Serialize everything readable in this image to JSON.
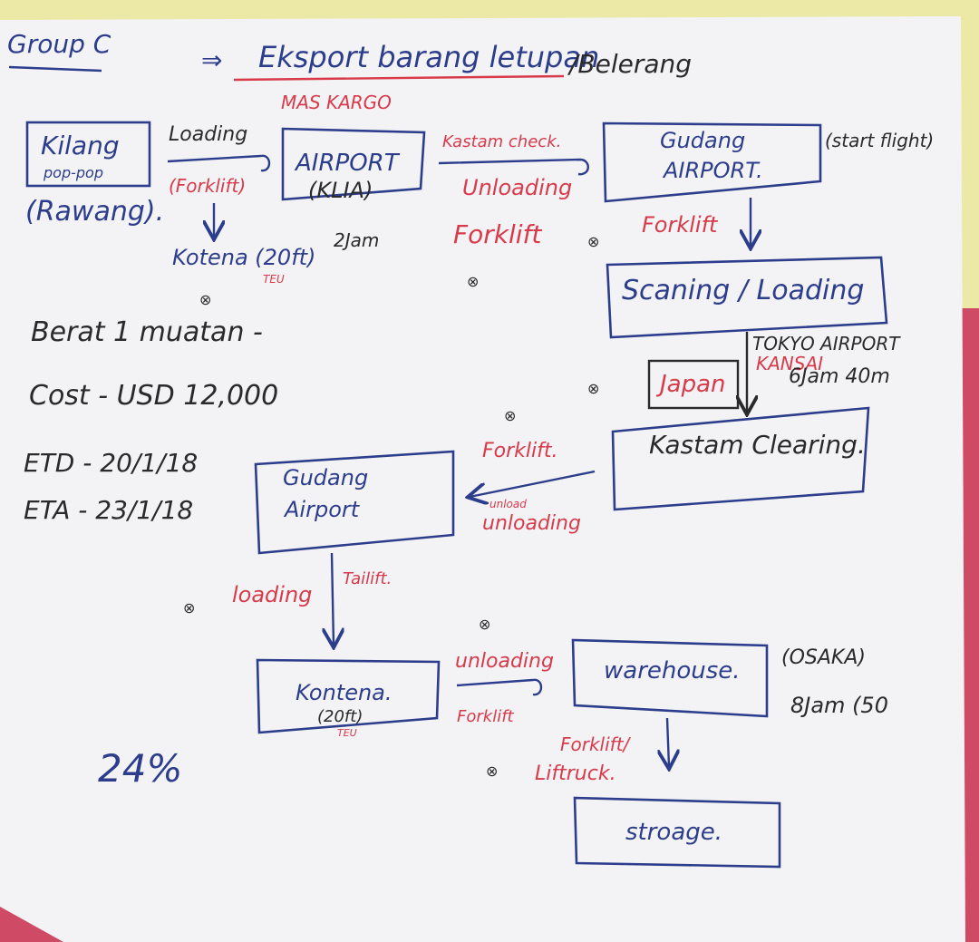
{
  "header": {
    "group": "Group C",
    "arrow": "⇒",
    "title": "Eksport barang letupan",
    "title_suffix": "/Belerang",
    "company": "MAS KARGO"
  },
  "nodes": {
    "kilang": {
      "line1": "Kilang",
      "line2": "pop-pop",
      "line3": "(Rawang)."
    },
    "airport_klia": {
      "line1": "AIRPORT",
      "line2": "(KLIA)"
    },
    "gudang_airport_1": {
      "line1": "Gudang",
      "line2": "AIRPORT."
    },
    "scaning": {
      "line1": "Scaning / Loading"
    },
    "japan": {
      "label": "Japan"
    },
    "kastam_clearing": {
      "line1": "Kastam Clearing."
    },
    "gudang_airport_2": {
      "line1": "Gudang",
      "line2": "Airport"
    },
    "kontena": {
      "line1": "Kontena.",
      "line2": "(20ft)",
      "line3": "TEU"
    },
    "warehouse": {
      "line1": "warehouse."
    },
    "storage": {
      "line1": "stroage."
    }
  },
  "edges": {
    "e1": {
      "top": "Loading",
      "bottom": "(Forklift)"
    },
    "e2": {
      "top": "Kastam check.",
      "bottom": "Unloading",
      "below": "Forklift"
    },
    "e3": {
      "label": "Forklift"
    },
    "e5": {
      "top": "Forklift.",
      "bottom1": "unload",
      "bottom2": "unloading"
    },
    "e6": {
      "left": "loading",
      "right": "Tailift."
    },
    "e7": {
      "top": "unloading",
      "bottom": "Forklift"
    },
    "e8": {
      "top": "Forklift/",
      "bottom": "Liftruck."
    }
  },
  "annotations": {
    "kontena_20ft": "Kotena (20ft)",
    "teu": "TEU",
    "time_2jam": "2Jam",
    "start_flight": "(start flight)",
    "tokyo_airport": "TOKYO AIRPORT",
    "kansai": "KANSAI",
    "time_6jam": "6Jam 40m",
    "osaka": "(OSAKA)",
    "time_8jam": "8Jam (50",
    "berat": "Berat 1 muatan -",
    "cost": "Cost - USD 12,000",
    "etd": "ETD - 20/1/18",
    "eta": "ETA - 23/1/18",
    "percent": "24%"
  },
  "colors": {
    "blue_ink": "#2c3d8c",
    "red_ink": "#d83a4a",
    "black_ink": "#2a2a2a",
    "paper": "#f3f3f6",
    "wall_yellow": "#ece9a6",
    "wall_red": "#cf4a64"
  }
}
